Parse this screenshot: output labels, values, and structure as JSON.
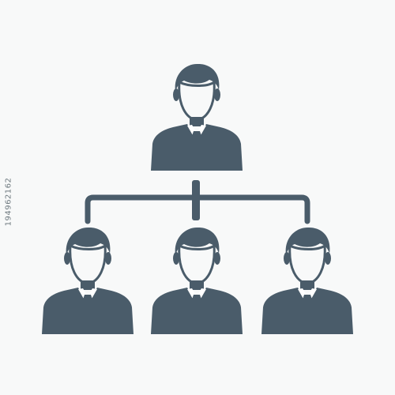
{
  "colors": {
    "background": "#f8f9f9",
    "figure": "#4a5c6a",
    "shirt_white": "#ffffff"
  },
  "icons": {
    "node": "businessman-icon",
    "connector": "org-chart-connector"
  },
  "diagram": {
    "type": "org-chart",
    "levels": [
      {
        "role": "manager",
        "count": 1
      },
      {
        "role": "subordinate",
        "count": 3
      }
    ]
  },
  "watermark": {
    "id_text": "194962162"
  }
}
